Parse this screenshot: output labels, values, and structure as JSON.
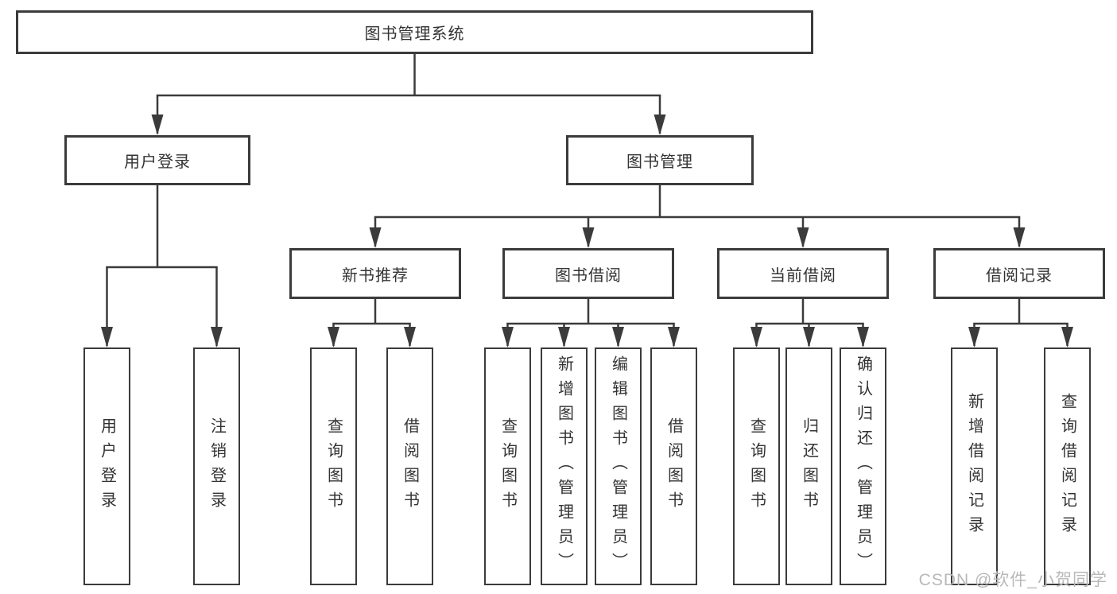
{
  "nodes": {
    "root": "图书管理系统",
    "level2": [
      "用户登录",
      "图书管理"
    ],
    "level3": [
      "新书推荐",
      "图书借阅",
      "当前借阅",
      "借阅记录"
    ],
    "leaves": {
      "user_login": [
        "用户登录",
        "注销登录"
      ],
      "new_book": [
        "查询图书",
        "借阅图书"
      ],
      "book_borrow": [
        "查询图书",
        "新增图书（管理员）",
        "编辑图书（管理员）",
        "借阅图书"
      ],
      "current_borrow": [
        "查询图书",
        "归还图书",
        "确认归还（管理员）"
      ],
      "borrow_record": [
        "新增借阅记录",
        "查询借阅记录"
      ]
    }
  },
  "watermark": "CSDN @软件_小贺同学",
  "colors": {
    "line": "#3b3b3b",
    "text": "#333333",
    "watermark": "#b8b8b8",
    "background": "#ffffff"
  }
}
